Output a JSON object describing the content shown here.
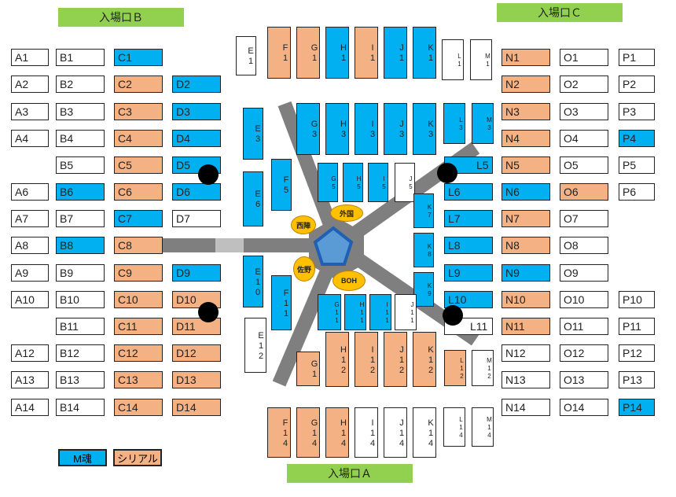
{
  "gates": {
    "b": "入場口Ｂ",
    "c": "入場口Ｃ",
    "a": "入場口Ａ"
  },
  "legend": {
    "m": "M魂",
    "serial": "シリアル"
  },
  "colors": {
    "m": "#00b0f0",
    "serial": "#f4b183",
    "normal": "#ffffff",
    "runway": "#808080",
    "center": "#5b9bd5",
    "booth": "#ffc000",
    "gate": "#92d050"
  },
  "booths": {
    "nishijin": "西陣",
    "gaikoku": "外国",
    "sano": "佐野",
    "boh": "BOH"
  },
  "col_a": [
    "A1",
    "A2",
    "A3",
    "A4",
    "A6",
    "A7",
    "A8",
    "A9",
    "A10",
    "A12",
    "A13",
    "A14"
  ],
  "col_b": [
    "B1",
    "B2",
    "B3",
    "B4",
    "B5",
    "B6",
    "B7",
    "B8",
    "B9",
    "B10",
    "B11",
    "B12",
    "B13",
    "B14"
  ],
  "col_c": [
    "C1",
    "C2",
    "C3",
    "C4",
    "C5",
    "C6",
    "C7",
    "C8",
    "C9",
    "C10",
    "C11",
    "C12",
    "C13",
    "C14"
  ],
  "col_d": [
    "D2",
    "D3",
    "D4",
    "D5",
    "D6",
    "D7",
    "D9",
    "D10",
    "D11",
    "D12",
    "D13",
    "D14"
  ],
  "col_l": [
    "L5",
    "L6",
    "L7",
    "L8",
    "L9",
    "L10",
    "L11"
  ],
  "col_n": [
    "N1",
    "N2",
    "N3",
    "N4",
    "N5",
    "N6",
    "N7",
    "N8",
    "N9",
    "N10",
    "N11",
    "N12",
    "N13",
    "N14"
  ],
  "col_o": [
    "O1",
    "O2",
    "O3",
    "O4",
    "O5",
    "O6",
    "O7",
    "O8",
    "O9",
    "O10",
    "O11",
    "O12",
    "O13",
    "O14"
  ],
  "col_p": [
    "P1",
    "P2",
    "P3",
    "P4",
    "P5",
    "P6",
    "P10",
    "P11",
    "P12",
    "P13",
    "P14"
  ],
  "top1": [
    "E1",
    "F1",
    "G1",
    "H1",
    "I1",
    "J1",
    "K1",
    "L1",
    "M1"
  ],
  "top3": [
    "E3",
    "G3",
    "H3",
    "I3",
    "J3",
    "K3",
    "L3",
    "M3"
  ],
  "mid5": [
    "F5",
    "G5",
    "H5",
    "I5",
    "J5"
  ],
  "left6": [
    "E6",
    "E10",
    "F11",
    "E12"
  ],
  "right7": [
    "K7",
    "K8",
    "K9"
  ],
  "row11": [
    "G11",
    "H11",
    "I11",
    "J11"
  ],
  "row12": [
    "G1",
    "H12",
    "I12",
    "J12",
    "K12",
    "L12",
    "M12"
  ],
  "bottom14": [
    "F14",
    "G14",
    "H14",
    "I14",
    "J14",
    "K14",
    "L14",
    "M14"
  ]
}
